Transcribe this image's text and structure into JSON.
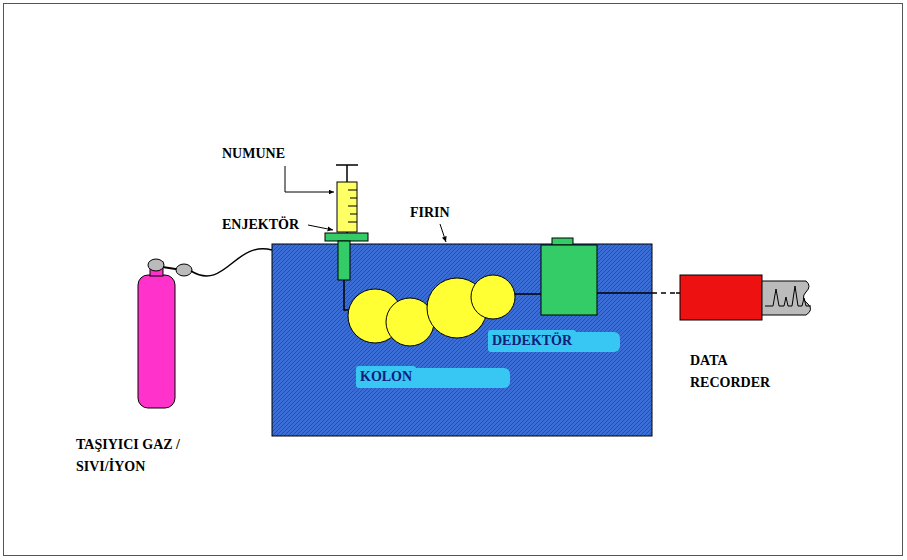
{
  "diagram": {
    "labels": [
      "NUMUNE",
      "ENJEKTÖR",
      "FIRIN",
      "KOLON",
      "DEDEKTÖR",
      "DATA RECORDER",
      "TAŞIYICI GAZ / SIVI/İYON"
    ]
  }
}
